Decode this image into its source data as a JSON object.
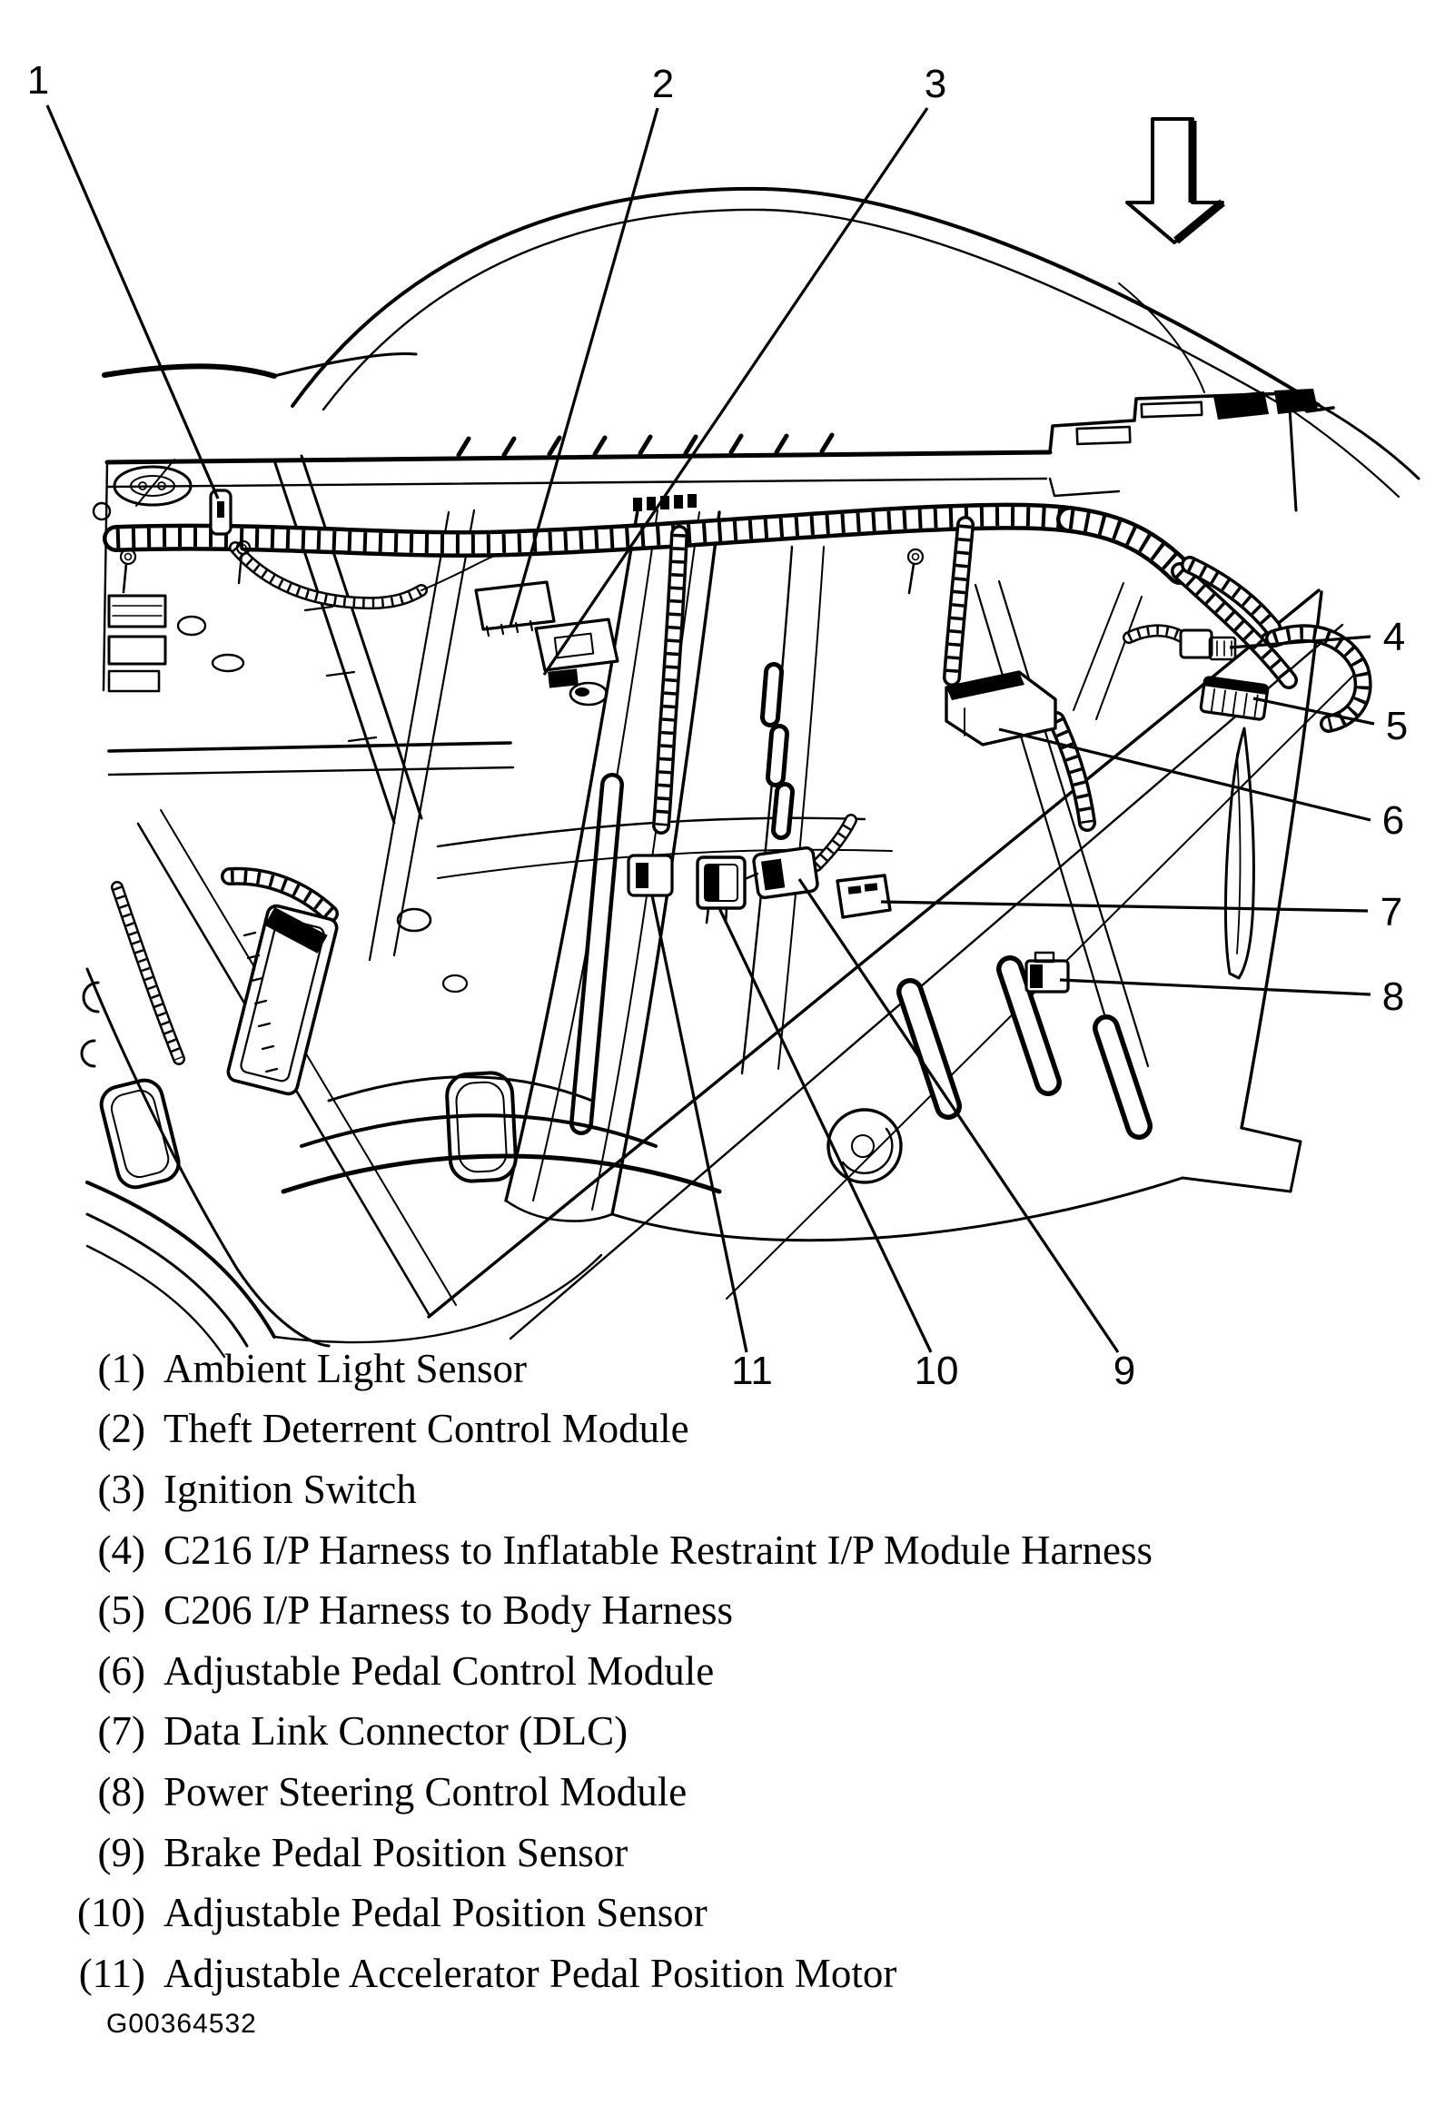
{
  "figure": {
    "id": "G00364532",
    "type": "vehicle-component-location-diagram",
    "background_color": "#ffffff",
    "line_color": "#000000"
  },
  "direction_arrow": {
    "icon": "down-arrow"
  },
  "callouts": [
    {
      "number": "1",
      "paren": "(1)",
      "label": "Ambient Light Sensor"
    },
    {
      "number": "2",
      "paren": "(2)",
      "label": "Theft Deterrent Control Module"
    },
    {
      "number": "3",
      "paren": "(3)",
      "label": "Ignition Switch"
    },
    {
      "number": "4",
      "paren": "(4)",
      "label": "C216 I/P Harness to Inflatable Restraint I/P Module Harness"
    },
    {
      "number": "5",
      "paren": "(5)",
      "label": "C206 I/P Harness to Body Harness"
    },
    {
      "number": "6",
      "paren": "(6)",
      "label": "Adjustable Pedal Control Module"
    },
    {
      "number": "7",
      "paren": "(7)",
      "label": "Data Link Connector (DLC)"
    },
    {
      "number": "8",
      "paren": "(8)",
      "label": "Power Steering Control Module"
    },
    {
      "number": "9",
      "paren": "(9)",
      "label": "Brake Pedal Position Sensor"
    },
    {
      "number": "10",
      "paren": "(10)",
      "label": "Adjustable Pedal Position Sensor"
    },
    {
      "number": "11",
      "paren": "(11)",
      "label": "Adjustable Accelerator Pedal Position Motor"
    }
  ]
}
